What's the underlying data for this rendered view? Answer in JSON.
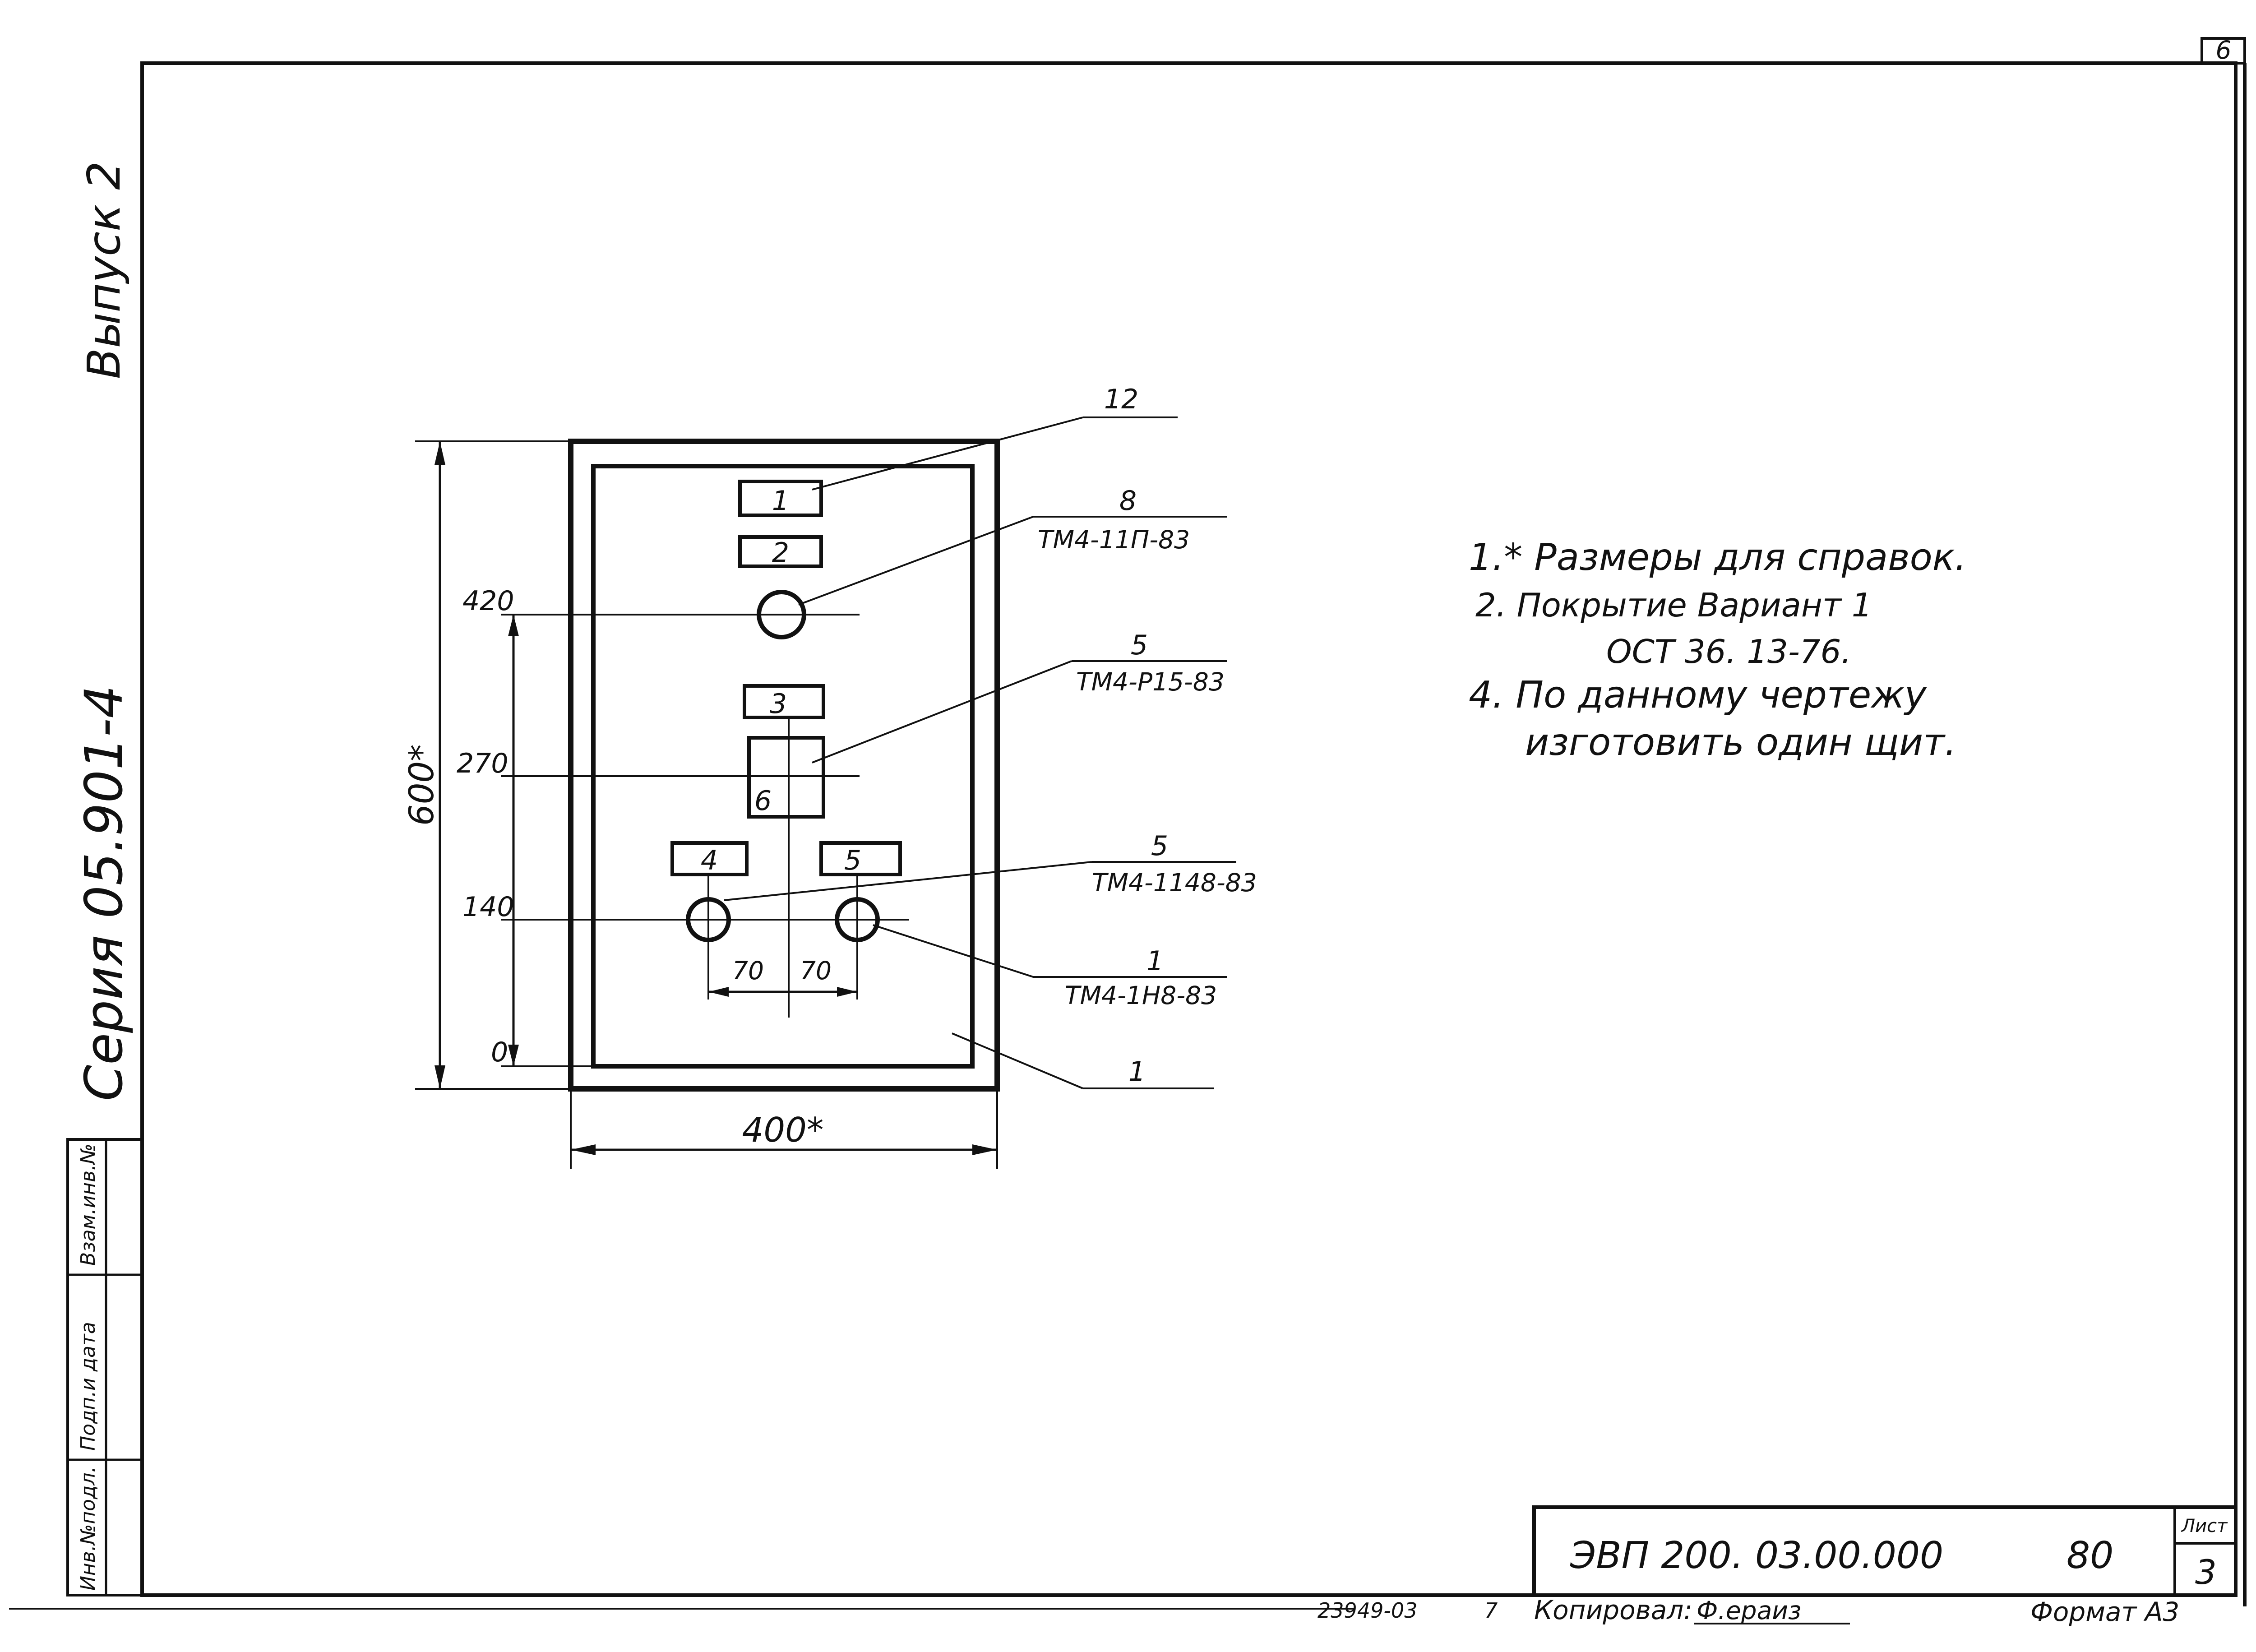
{
  "sheet_number_top": "6",
  "margin": {
    "release": "Выпуск 2",
    "series": "Серия 05.901-4",
    "stamp_cells": [
      "Инв.№подл.",
      "Подп.и дата",
      "Взам.инв.№"
    ]
  },
  "drawing": {
    "callouts": [
      {
        "num": "12",
        "code": ""
      },
      {
        "num": "8",
        "code": "ТМ4-11П-83"
      },
      {
        "num": "5",
        "code": "ТМ4-Р15-83"
      },
      {
        "num": "5",
        "code": "ТМ4-1148-83"
      },
      {
        "num": "1",
        "code": "ТМ4-1Н8-83"
      },
      {
        "num": "1",
        "code": ""
      }
    ],
    "labels": [
      "1",
      "2",
      "3",
      "4",
      "5",
      "6"
    ],
    "levels": [
      "420",
      "270",
      "140",
      "0"
    ],
    "dim_height": "600*",
    "dim_width": "400*",
    "dim_spacing": [
      "70",
      "70"
    ]
  },
  "notes": [
    "1.* Размеры для справок.",
    "2.  Покрытие   Вариант 1",
    "ОСТ 36.  13-76.",
    "4.  По данному чертежу",
    "изготовить один щит."
  ],
  "title_block": {
    "designation": "ЭВП 200. 03.00.000",
    "mark": "80",
    "sheet_label": "Лист",
    "sheet_value": "3"
  },
  "footer": {
    "order_number": "23949-03",
    "order_suffix": "7",
    "copied": "Копировал:",
    "copied_signature": "Ф.ераиз",
    "format": "Формат А3"
  }
}
